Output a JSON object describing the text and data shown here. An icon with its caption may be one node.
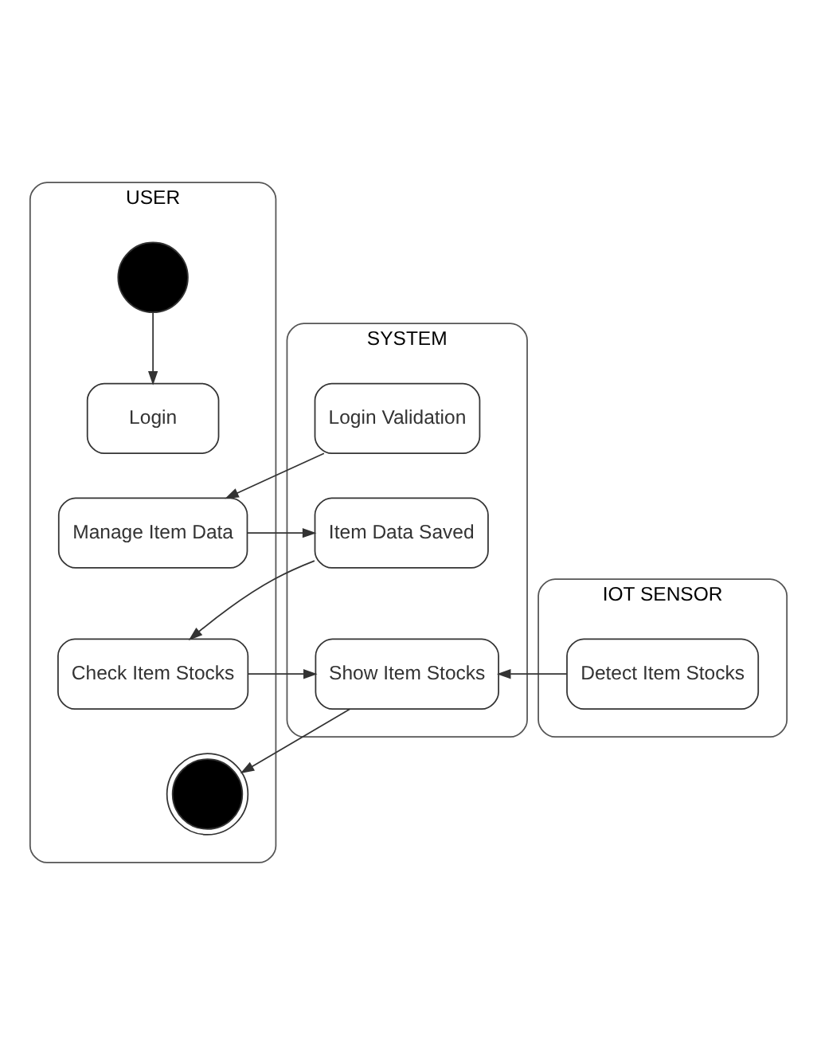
{
  "diagram": {
    "nodes": [
      {
        "text": [
          "USER"
        ]
      },
      {
        "text": [
          "SYSTEM"
        ]
      },
      {
        "text": [
          "IOT SENSOR"
        ]
      },
      {
        "text": [],
        "shape": "circle",
        "in": 0
      },
      {
        "text": [
          "Login"
        ],
        "in": 0
      },
      {
        "text": [
          "Login Validation"
        ],
        "in": 1
      },
      {
        "text": [
          "Manage Item Data"
        ],
        "in": 0
      },
      {
        "text": [
          "Item Data Saved"
        ],
        "in": 1
      },
      {
        "text": [
          "Check Item Stocks"
        ],
        "in": 0
      },
      {
        "text": [
          "Show Item Stocks"
        ],
        "in": 1
      },
      {
        "text": [
          "Detect Item Stocks"
        ],
        "in": 2
      },
      {
        "text": [],
        "shape": "bullseye",
        "in": 0
      }
    ],
    "edges": [
      {
        "from": 3,
        "to": 4,
        "arrow": "to"
      },
      {
        "from": 5,
        "to": 6,
        "arrow": "to"
      },
      {
        "from": 6,
        "to": 7,
        "arrow": "to"
      },
      {
        "from": 7,
        "to": 8,
        "arrow": "to"
      },
      {
        "from": 8,
        "to": 9,
        "arrow": "to"
      },
      {
        "from": 10,
        "to": 9,
        "arrow": "to"
      },
      {
        "from": 9,
        "to": 11,
        "arrow": "to"
      }
    ]
  }
}
